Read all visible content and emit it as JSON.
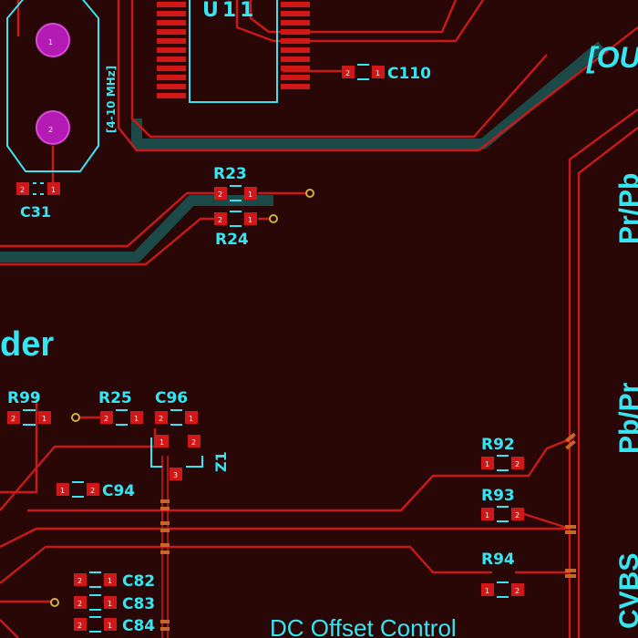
{
  "board": {
    "background": "#2a0707",
    "copper_color": "#c81a1a",
    "silkscreen_color": "#35e6f2",
    "via_color": "#c8b23a"
  },
  "crystal": {
    "label": "[4-10 MHz]",
    "pin1": "1",
    "pin2": "2"
  },
  "ic": {
    "label": "U11"
  },
  "components": {
    "c110": {
      "ref": "C110",
      "pad_a": "2",
      "pad_b": "1"
    },
    "c31": {
      "ref": "C31",
      "pad_a": "2",
      "pad_b": "1"
    },
    "r23": {
      "ref": "R23",
      "pad_a": "2",
      "pad_b": "1"
    },
    "r24": {
      "ref": "R24",
      "pad_a": "2",
      "pad_b": "1"
    },
    "r99": {
      "ref": "R99",
      "pad_a": "2",
      "pad_b": "1"
    },
    "r25": {
      "ref": "R25",
      "pad_a": "2",
      "pad_b": "1"
    },
    "c96": {
      "ref": "C96",
      "pad_a": "2",
      "pad_b": "1"
    },
    "z1": {
      "ref": "Z1",
      "pad_1": "1",
      "pad_2": "2",
      "pad_3": "3"
    },
    "c94": {
      "ref": "C94",
      "pad_a": "1",
      "pad_b": "2"
    },
    "r92": {
      "ref": "R92",
      "pad_a": "1",
      "pad_b": "2"
    },
    "r93": {
      "ref": "R93",
      "pad_a": "1",
      "pad_b": "2"
    },
    "r94": {
      "ref": "R94",
      "pad_a": "1",
      "pad_b": "2"
    },
    "c82": {
      "ref": "C82",
      "pad_a": "2",
      "pad_b": "1"
    },
    "c83": {
      "ref": "C83",
      "pad_a": "2",
      "pad_b": "1"
    },
    "c84": {
      "ref": "C84",
      "pad_a": "2",
      "pad_b": "1"
    }
  },
  "labels": {
    "output_header": "[OU",
    "pr_pb": "Pr/Pb",
    "pb_pr": "Pb/Pr",
    "cvbs": "CVBS",
    "section_fragment": "der",
    "dc_offset": "DC Offset Control"
  }
}
